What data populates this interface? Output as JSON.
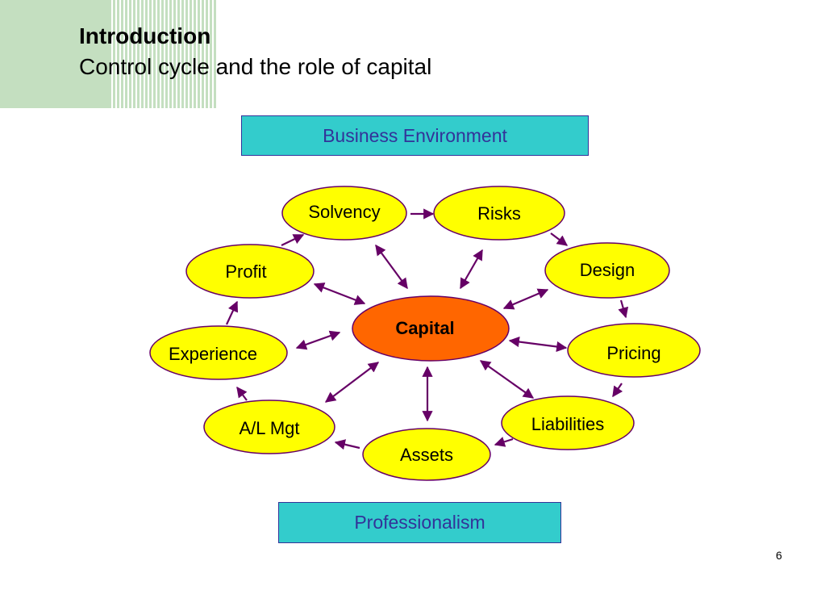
{
  "header": {
    "title": "Introduction",
    "subtitle": "Control cycle and the role of capital"
  },
  "boxes": {
    "top": "Business Environment",
    "bottom": "Professionalism"
  },
  "nodes": {
    "center": "Capital",
    "solvency": "Solvency",
    "risks": "Risks",
    "design": "Design",
    "pricing": "Pricing",
    "liabilities": "Liabilities",
    "assets": "Assets",
    "al_mgt": "A/L Mgt",
    "experience": "Experience",
    "profit": "Profit"
  },
  "colors": {
    "node_fill": "#ffff00",
    "center_fill": "#ff6600",
    "outline": "#660066",
    "box_fill": "#33cccc",
    "box_text": "#333399",
    "corner": "#c4dfc0"
  },
  "footer": {
    "page_number": "6"
  }
}
